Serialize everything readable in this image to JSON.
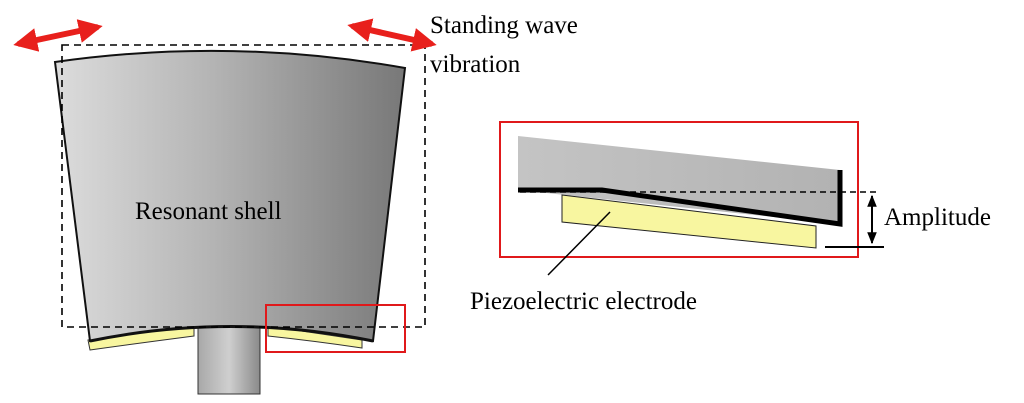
{
  "labels": {
    "vibration_line1": "Standing wave",
    "vibration_line2": "vibration",
    "shell": "Resonant shell",
    "amplitude": "Amplitude",
    "electrode": "Piezoelectric electrode"
  },
  "colors": {
    "arrow": "#e8201c",
    "highlight_box": "#e0191b",
    "electrode": "#f8f6a0",
    "outline": "#000000"
  }
}
